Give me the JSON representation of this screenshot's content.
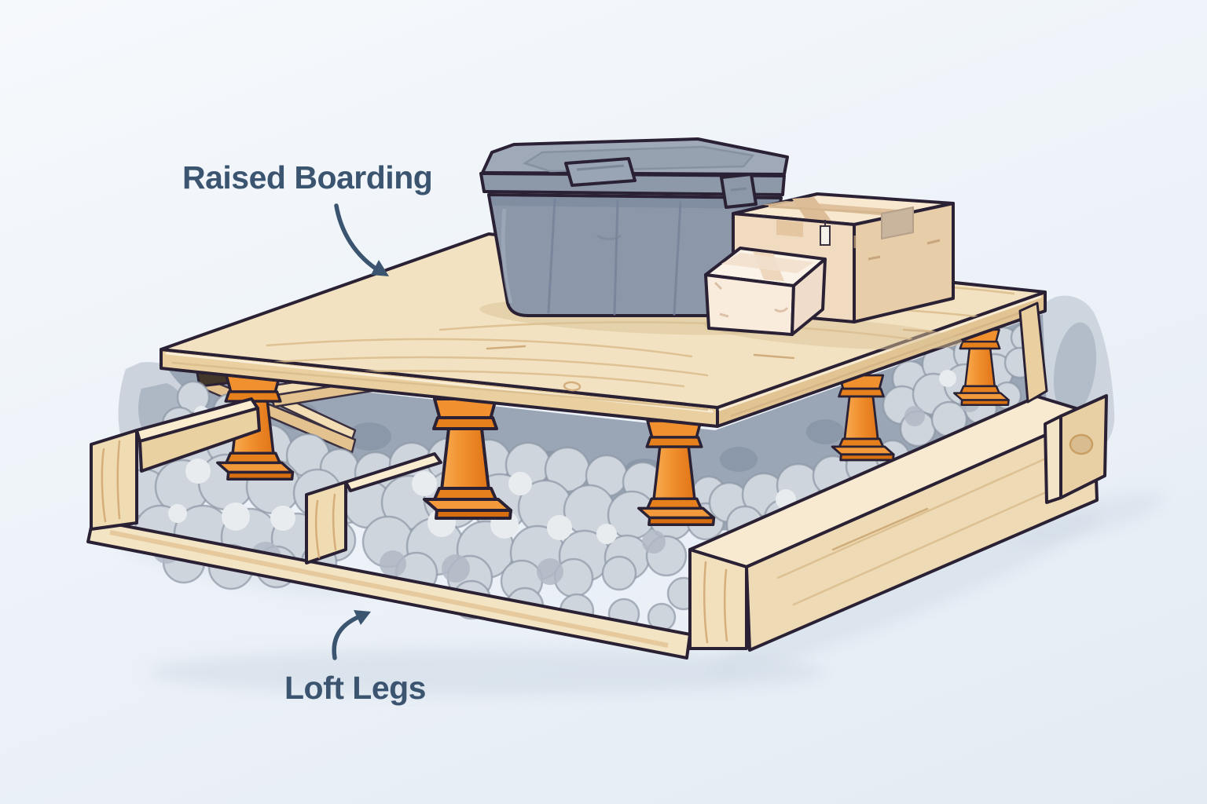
{
  "labels": {
    "raised_boarding": "Raised Boarding",
    "loft_legs": "Loft Legs"
  },
  "colors": {
    "label_text": "#3b5570",
    "arrow": "#3b5570",
    "background_top": "#f6f9fc",
    "background_bottom": "#e4ebf3",
    "board_wood": "#f3e2c1",
    "joist_wood": "#eedab4",
    "leg_orange": "#ef8d2c",
    "insulation_gray": "#ced5dc",
    "tub_gray": "#8c97a9",
    "cardboard_tan": "#f1dbc0",
    "outline_dark": "#2a2135"
  },
  "illustration": {
    "scene": "raised-loft-boarding-cross-section",
    "loft_leg_count": 5,
    "objects_on_boards": [
      "plastic-storage-tub",
      "large-cardboard-box",
      "small-cardboard-box"
    ]
  }
}
